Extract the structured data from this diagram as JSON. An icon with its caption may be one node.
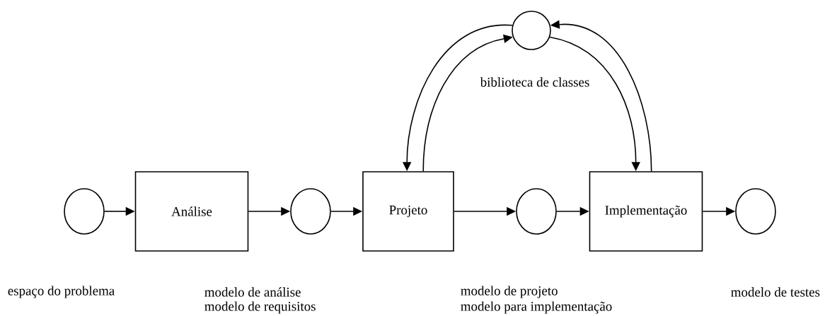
{
  "diagram": {
    "nodes": [
      {
        "text": [],
        "shape": "circle",
        "beside": [
          "biblioteca de classes"
        ]
      },
      {
        "text": [],
        "shape": "circle",
        "beside": [
          "espaço do problema"
        ]
      },
      {
        "text": [
          "Análise"
        ]
      },
      {
        "text": [],
        "shape": "circle",
        "beside": [
          "modelo de análise",
          "modelo de requisitos"
        ]
      },
      {
        "text": [
          "Projeto"
        ]
      },
      {
        "text": [],
        "shape": "circle",
        "beside": [
          "modelo de projeto",
          "modelo para implementação"
        ]
      },
      {
        "text": [
          "Implementação"
        ]
      },
      {
        "text": [],
        "shape": "circle",
        "beside": [
          "modelo de testes"
        ]
      }
    ],
    "edges": [
      {
        "from": 1,
        "to": 2,
        "arrow": "to"
      },
      {
        "from": 2,
        "to": 3,
        "arrow": "to"
      },
      {
        "from": 3,
        "to": 4,
        "arrow": "to"
      },
      {
        "from": 4,
        "to": 5,
        "arrow": "to"
      },
      {
        "from": 5,
        "to": 6,
        "arrow": "to"
      },
      {
        "from": 6,
        "to": 7,
        "arrow": "to"
      },
      {
        "from": 0,
        "to": 4,
        "arrow": "to"
      },
      {
        "from": 4,
        "to": 0,
        "arrow": "to"
      },
      {
        "from": 6,
        "to": 0,
        "arrow": "to"
      },
      {
        "from": 0,
        "to": 6,
        "arrow": "to"
      }
    ]
  }
}
